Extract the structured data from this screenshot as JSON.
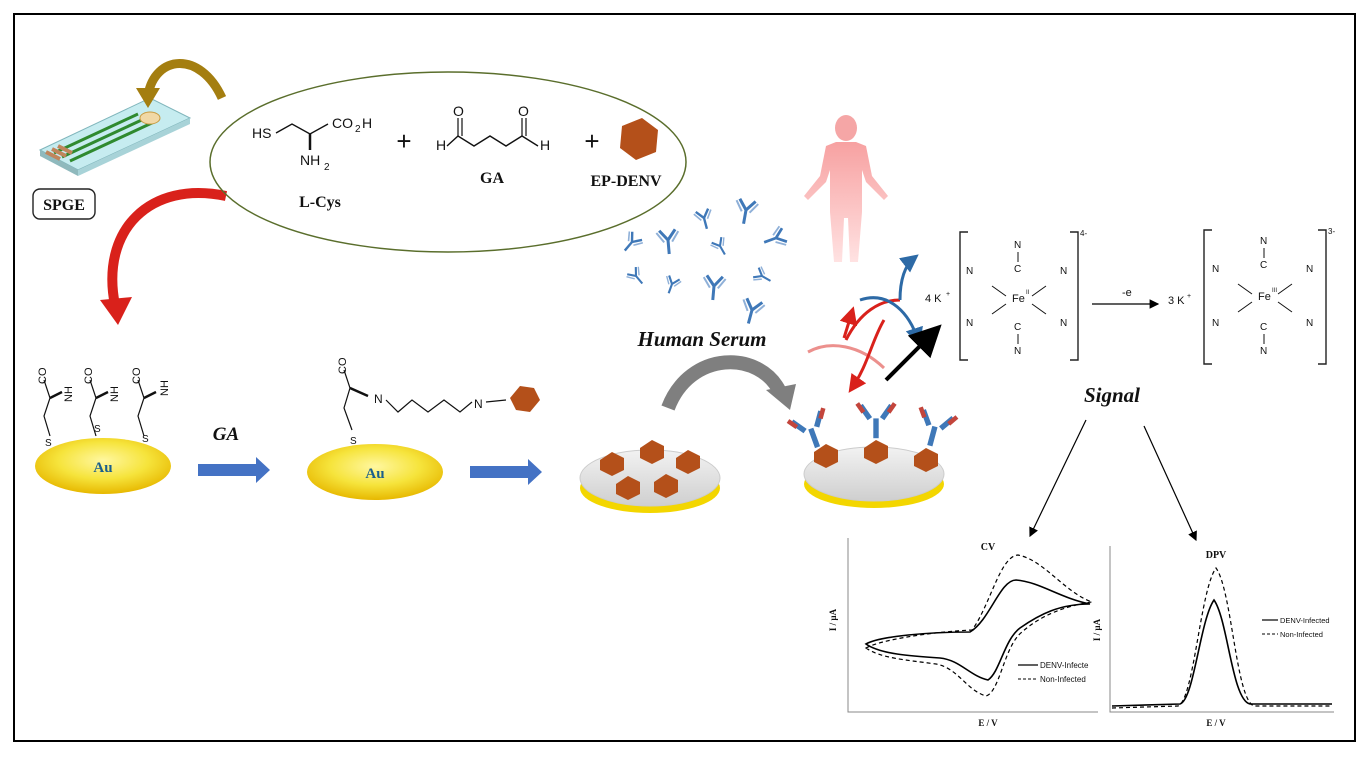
{
  "labels": {
    "spge": "SPGE",
    "l_cys": "L-Cys",
    "ga": "GA",
    "ep_denv": "EP-DENV",
    "plus": "+",
    "ga_step": "GA",
    "au": "Au",
    "human_serum": "Human Serum",
    "signal": "Signal",
    "four_k": "4 K",
    "three_k": "3 K",
    "electron": "-e",
    "charge_minus4": "4-",
    "charge_minus3": "3-",
    "fe": "Fe",
    "fe_ox_ii": "II",
    "fe_ox_iii": "III"
  },
  "chem_text": {
    "hs": "HS",
    "co2h": "CO",
    "co2h_sub": "2",
    "co2h_end": "H",
    "nh2": "NH",
    "nh2_sub": "2",
    "o": "O",
    "h": "H",
    "s": "S",
    "n": "N",
    "c": "C"
  },
  "cv_plot": {
    "title": "CV",
    "xlabel": "E / V",
    "ylabel": "I / µA",
    "legend": [
      "DENV-Infecte",
      "Non-Infected"
    ]
  },
  "dpv_plot": {
    "title": "DPV",
    "xlabel": "E / V",
    "ylabel": "I / µA",
    "legend": [
      "DENV-Infected",
      "Non-Infected"
    ]
  },
  "colors": {
    "gold_electrode": "#f3e43a",
    "peptide": "#b4501a",
    "arrow_blue": "#4472c4",
    "arrow_red": "#d9211b",
    "arrow_olive": "#a47e10",
    "antibody_blue": "#3f78b8",
    "antibody_red": "#c3453c",
    "ellipse_border": "#5a6e2c"
  }
}
